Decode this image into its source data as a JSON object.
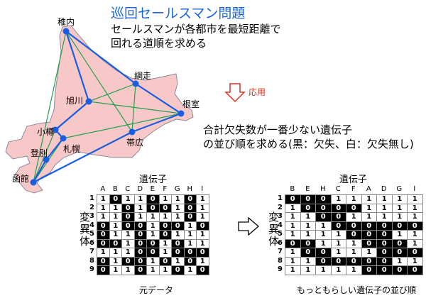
{
  "title": "巡回セールスマン問題",
  "description_lines": [
    "セールスマンが各都市を最短距離で",
    "回れる道順を求める"
  ],
  "arrow_label": "応用",
  "task_lines": [
    "合計欠失数が一番少ない遺伝子",
    "の並び順を求める(黒：欠失、白：欠失無し)"
  ],
  "colors": {
    "title": "#1a66d9",
    "map_fill": "#f8c8c8",
    "route": "#1a5ee0",
    "edge": "#22a050",
    "arrow": "#e03020"
  },
  "cities": [
    {
      "name": "稚内"
    },
    {
      "name": "網走"
    },
    {
      "name": "旭川"
    },
    {
      "name": "根室"
    },
    {
      "name": "小樽"
    },
    {
      "name": "札幌"
    },
    {
      "name": "帯広"
    },
    {
      "name": "登別"
    },
    {
      "name": "函館"
    }
  ],
  "route": [
    "稚内",
    "旭川",
    "小樽",
    "札幌",
    "登別",
    "函館",
    "帯広",
    "根室",
    "網走",
    "稚内"
  ],
  "other_edges": [
    [
      "稚内",
      "函館"
    ],
    [
      "稚内",
      "帯広"
    ],
    [
      "網走",
      "旭川"
    ],
    [
      "網走",
      "帯広"
    ],
    [
      "旭川",
      "根室"
    ],
    [
      "根室",
      "札幌"
    ],
    [
      "札幌",
      "函館"
    ],
    [
      "小樽",
      "函館"
    ]
  ],
  "gene_header": "遺伝子",
  "mutant_header": "変異体",
  "original": {
    "caption": "元データ",
    "columns": [
      "A",
      "B",
      "C",
      "D",
      "E",
      "F",
      "G",
      "H",
      "I"
    ],
    "rows": [
      "1",
      "2",
      "3",
      "4",
      "5",
      "6",
      "7",
      "8",
      "9"
    ],
    "values": [
      [
        1,
        0,
        1,
        1,
        0,
        1,
        1,
        0,
        1
      ],
      [
        1,
        1,
        0,
        1,
        0,
        0,
        1,
        0,
        1
      ],
      [
        1,
        1,
        0,
        1,
        1,
        1,
        1,
        0,
        1
      ],
      [
        0,
        1,
        0,
        0,
        1,
        0,
        0,
        1,
        0
      ],
      [
        0,
        1,
        1,
        0,
        1,
        0,
        1,
        1,
        1
      ],
      [
        0,
        0,
        1,
        0,
        0,
        1,
        0,
        1,
        1
      ],
      [
        1,
        1,
        1,
        0,
        0,
        1,
        0,
        0,
        0
      ],
      [
        0,
        1,
        0,
        0,
        1,
        0,
        1,
        0,
        1
      ],
      [
        0,
        1,
        1,
        0,
        1,
        1,
        0,
        1,
        0
      ]
    ]
  },
  "sorted": {
    "caption": "もっともらしい遺伝子の並び順",
    "columns": [
      "B",
      "E",
      "H",
      "C",
      "F",
      "A",
      "D",
      "G",
      "I"
    ],
    "rows": [
      "1",
      "2",
      "3",
      "4",
      "5",
      "6",
      "7",
      "8",
      "9"
    ],
    "values": [
      [
        0,
        0,
        0,
        1,
        1,
        1,
        1,
        1,
        1
      ],
      [
        1,
        0,
        0,
        0,
        0,
        1,
        1,
        1,
        1
      ],
      [
        1,
        1,
        0,
        0,
        1,
        1,
        1,
        1,
        1
      ],
      [
        1,
        1,
        1,
        0,
        0,
        0,
        0,
        0,
        0
      ],
      [
        1,
        1,
        1,
        1,
        0,
        0,
        0,
        1,
        1
      ],
      [
        0,
        0,
        1,
        1,
        1,
        0,
        0,
        0,
        1
      ],
      [
        1,
        0,
        0,
        1,
        1,
        1,
        0,
        0,
        0
      ],
      [
        1,
        1,
        0,
        0,
        0,
        0,
        0,
        1,
        1
      ],
      [
        1,
        1,
        1,
        1,
        1,
        0,
        0,
        0,
        0
      ]
    ]
  }
}
